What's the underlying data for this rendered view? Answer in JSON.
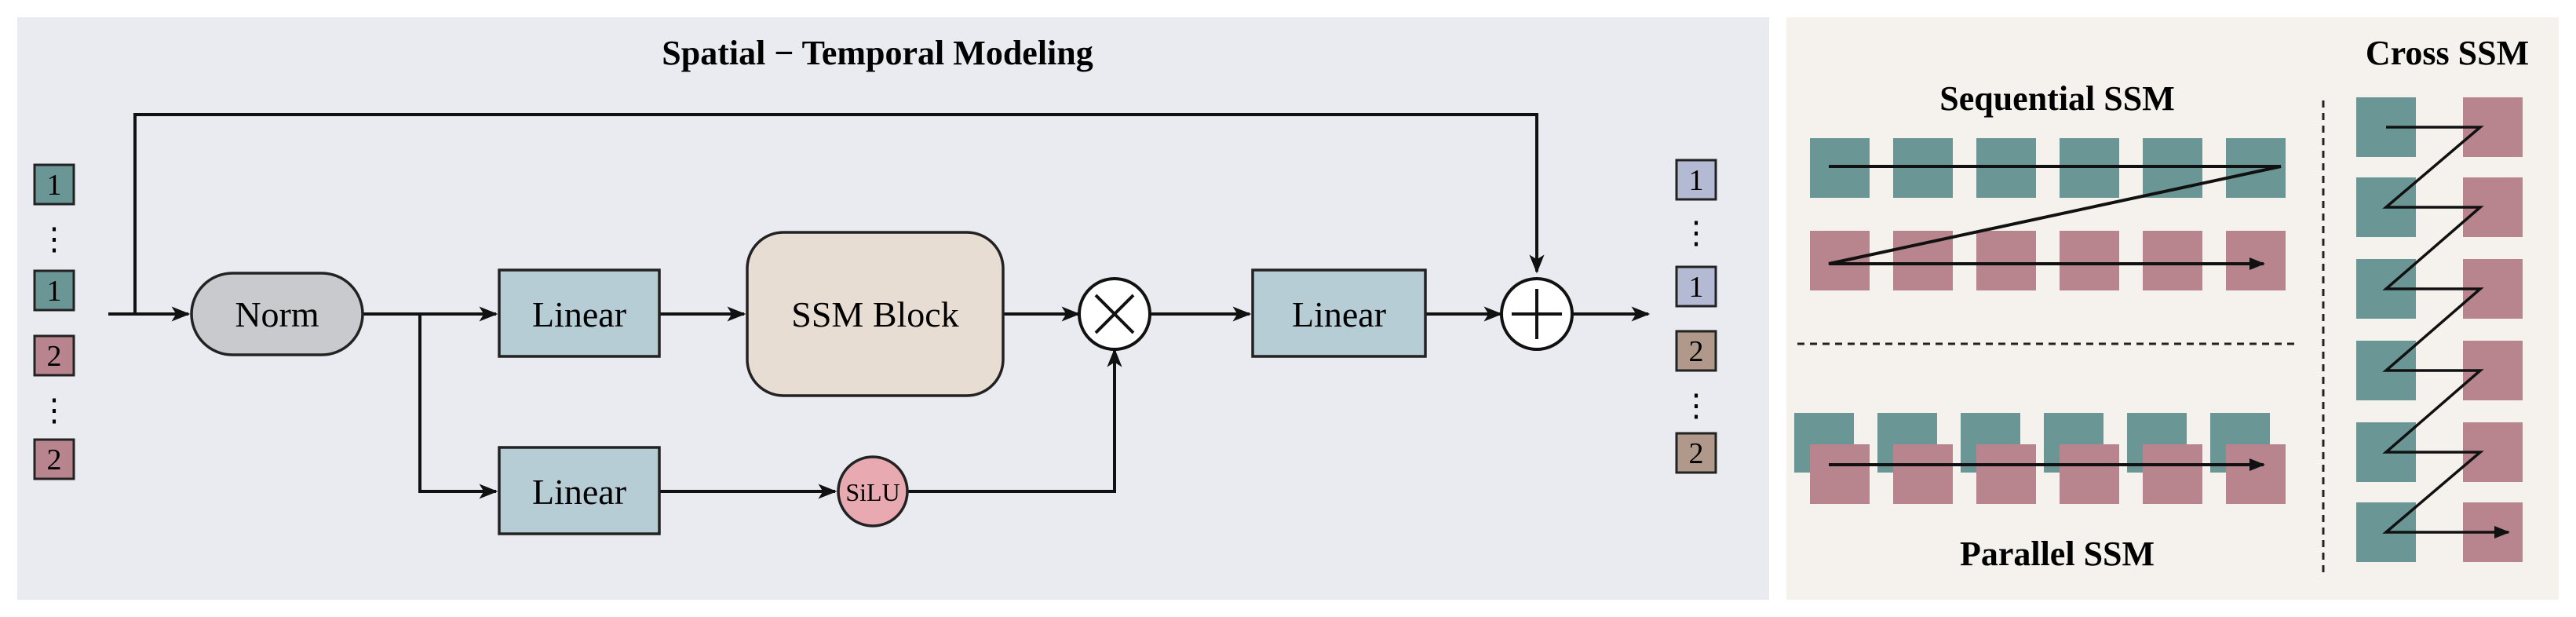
{
  "left_panel": {
    "title": "Spatial − Temporal Modeling",
    "input_tokens": [
      "1",
      "1",
      "2",
      "2"
    ],
    "output_tokens": [
      "1",
      "1",
      "2",
      "2"
    ],
    "ellipsis": "⋮",
    "blocks": {
      "norm": "Norm",
      "linear_top": "Linear",
      "ssm_block": "SSM Block",
      "linear_bottom": "Linear",
      "silu": "SiLU",
      "linear_out": "Linear"
    },
    "ops": {
      "multiply": "×",
      "add": "+"
    }
  },
  "right_panel": {
    "sequential_title": "Sequential SSM",
    "parallel_title": "Parallel SSM",
    "cross_title": "Cross SSM"
  },
  "colors": {
    "left_bg": "#eaebf0",
    "right_bg": "#f5f1ec",
    "teal": "#6b9696",
    "mauve": "#b8858f",
    "linear_fill": "#b7cdd5",
    "norm_fill": "#c9cacd",
    "ssm_fill": "#e8ddd2",
    "silu_fill": "#e8a9b1",
    "out_token_1": "#b4bad4",
    "out_token_2": "#b0998a"
  }
}
